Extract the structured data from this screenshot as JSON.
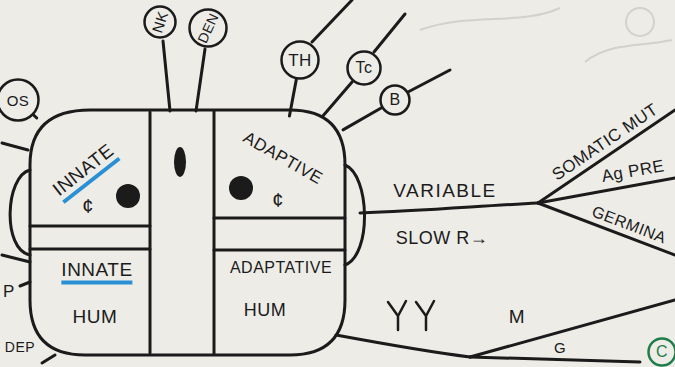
{
  "diagram": {
    "nodes": [
      {
        "text": [
          "NK"
        ]
      },
      {
        "text": [
          "DEN"
        ]
      },
      {
        "text": [
          "TH"
        ]
      },
      {
        "text": [
          "Tc"
        ]
      },
      {
        "text": [
          "OS"
        ]
      },
      {
        "text": [
          "B"
        ]
      },
      {
        "text": [
          "INNATE",
          "¢"
        ]
      },
      {
        "text": [
          "ADAPTIVE",
          "¢"
        ]
      },
      {
        "text": [
          "INNATE",
          "HUM"
        ]
      },
      {
        "text": [
          "ADAPTATIVE",
          "HUM"
        ]
      },
      {
        "text": [
          "C"
        ]
      }
    ],
    "edges": [
      {
        "from": 6,
        "to": 4,
        "arrow": "none"
      },
      {
        "from": 7,
        "to": 2,
        "arrow": "none"
      },
      {
        "from": 7,
        "to": 3,
        "arrow": "none"
      },
      {
        "from": 7,
        "to": 5,
        "arrow": "none"
      }
    ],
    "labels": [
      "SOMATIC MUT",
      "Ag PRE",
      "VARIABLE",
      "GERMINA",
      "SLOW R→",
      "P",
      "M",
      "G",
      "DEP"
    ]
  }
}
